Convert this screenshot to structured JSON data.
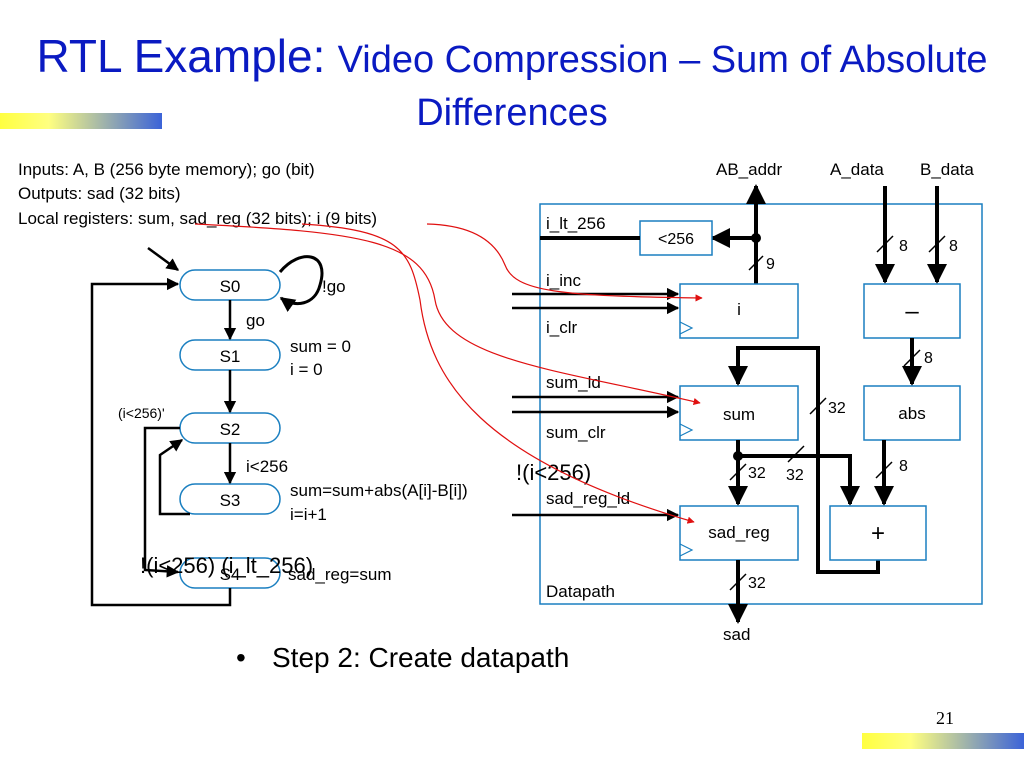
{
  "title": {
    "prefix": "RTL Example:",
    "main": "Video Compression – Sum of Absolute",
    "line2": "Differences"
  },
  "spec": {
    "inputs": "Inputs: A, B (256 byte memory); go (bit)",
    "outputs": "Outputs: sad (32 bits)",
    "locals": "Local registers: sum, sad_reg (32 bits); i (9 bits)"
  },
  "fsm": {
    "states": [
      "S0",
      "S1",
      "S2",
      "S3",
      "S4"
    ],
    "labels": {
      "not_go": "!go",
      "go": "go",
      "s1_sum": "sum = 0",
      "s1_i": "i = 0",
      "loop_cond": "(i<256)'",
      "i_lt": "i<256",
      "s3_sum": "sum=sum+abs(A[i]-B[i])",
      "s3_i": "i=i+1",
      "s4_action": "sad_reg=sum",
      "overlay_exit": "!(i<256) (i_lt_256)"
    }
  },
  "datapath": {
    "top_inputs": {
      "ab_addr": "AB_addr",
      "a_data": "A_data",
      "b_data": "B_data"
    },
    "controls": {
      "i_lt_256": "i_lt_256",
      "i_inc": "i_inc",
      "i_clr": "i_clr",
      "sum_ld": "sum_ld",
      "sum_clr": "sum_clr",
      "sad_reg_ld": "sad_reg_ld"
    },
    "blocks": {
      "cmp": "<256",
      "i": "i",
      "minus": "–",
      "sum": "sum",
      "abs": "abs",
      "sad_reg": "sad_reg",
      "plus": "+"
    },
    "widths": {
      "w9": "9",
      "w8": "8",
      "w32": "32"
    },
    "overlay": "!(i<256)",
    "label": "Datapath",
    "output": "sad"
  },
  "bullet": "Step 2: Create datapath",
  "page_number": "21",
  "colors": {
    "title": "#0a1ac2",
    "state_border": "#1a7fc0",
    "datapath_border": "#1a7fc0",
    "annotation_arrow": "#e01010"
  }
}
